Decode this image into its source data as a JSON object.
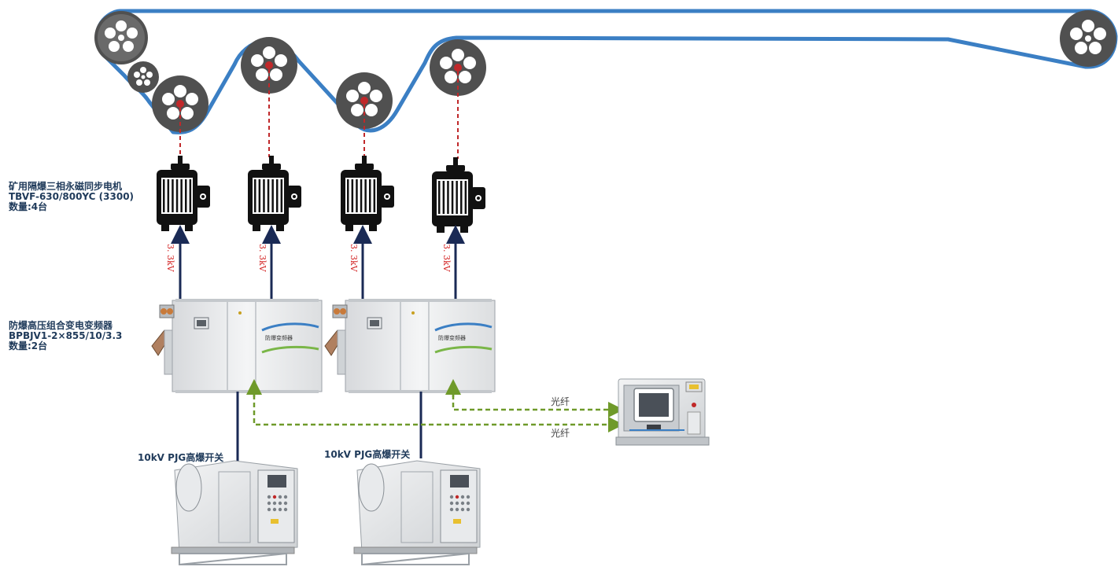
{
  "motor_block": {
    "name": "矿用隔爆三相永磁同步电机",
    "model": "TBVF-630/800YC (3300)",
    "quantity": "数量:4台"
  },
  "inverter_block": {
    "name": "防爆高压组合变电变频器",
    "model": "BPBJV1-2×855/10/3.3",
    "quantity": "数量:2台",
    "panel_label": "防爆变频器"
  },
  "switches": [
    {
      "label": "10kV PJG高爆开关"
    },
    {
      "label": "10kV PJG高爆开关"
    }
  ],
  "voltage_labels": [
    "3. 3kV",
    "3. 3kV",
    "3. 3kV",
    "3. 3kV"
  ],
  "fiber_labels": [
    "光纤",
    "光纤"
  ],
  "colors": {
    "belt": "#3b7fc4",
    "pulley": "#505050",
    "shaft_dashed": "#c0282a",
    "power_line": "#1a2a55",
    "fiber_dashed": "#6f9a2a",
    "label_text": "#1f3a5a"
  },
  "icons": {
    "pulley": "pulley-icon",
    "motor": "motor-icon",
    "inverter": "inverter-cabinet-icon",
    "switchgear": "switchgear-icon",
    "controller": "control-cabinet-icon"
  }
}
